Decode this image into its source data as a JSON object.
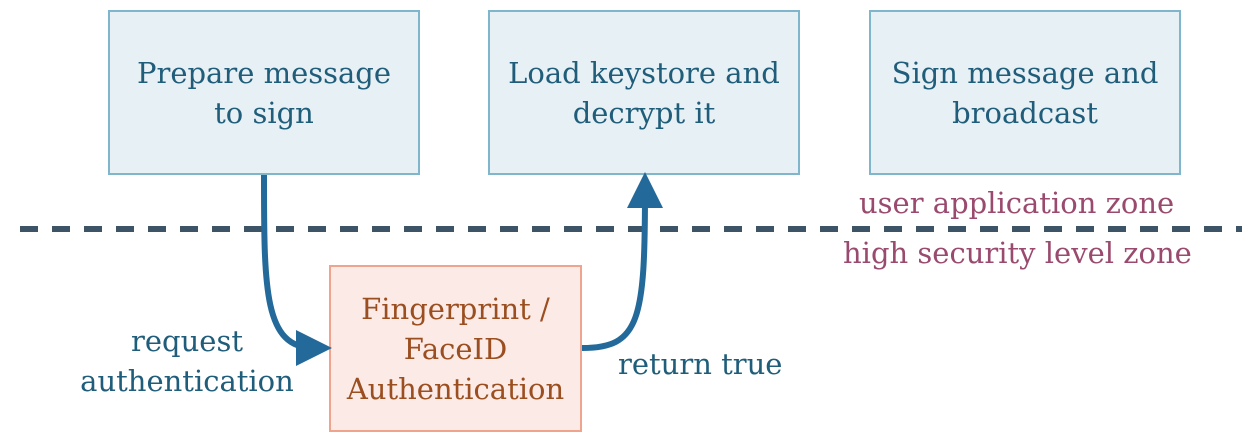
{
  "boxes": {
    "prepare": {
      "line1": "Prepare message",
      "line2": "to sign"
    },
    "load": {
      "line1": "Load keystore and",
      "line2": "decrypt it"
    },
    "sign": {
      "line1": "Sign message and",
      "line2": "broadcast"
    },
    "auth": {
      "line1": "Fingerprint /",
      "line2": "FaceID",
      "line3": "Authentication"
    }
  },
  "zones": {
    "upper": "user application zone",
    "lower": "high security level zone"
  },
  "edges": {
    "request_line1": "request",
    "request_line2": "authentication",
    "return": "return true"
  },
  "colors": {
    "arrow": "#236a9a",
    "divider": "#3d5366"
  }
}
